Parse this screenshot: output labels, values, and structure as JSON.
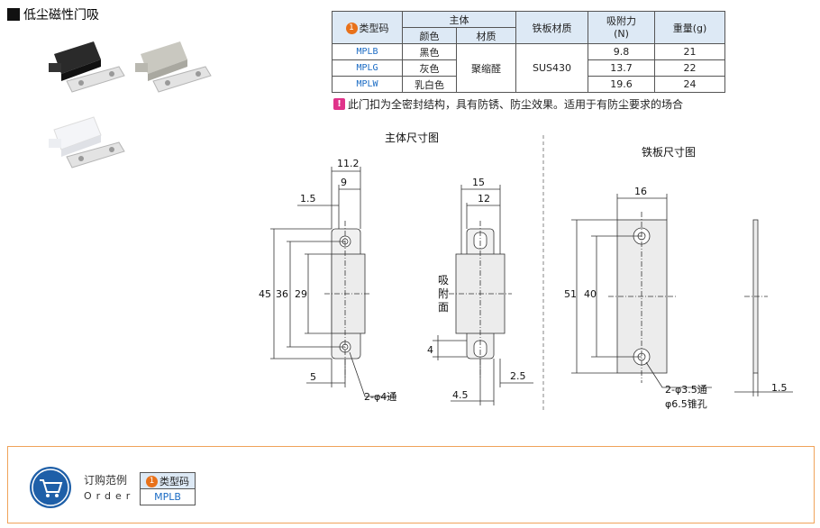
{
  "title": "低尘磁性门吸",
  "table": {
    "type_code": "类型码",
    "badge_num": "1",
    "main_body": "主体",
    "color": "颜色",
    "material": "材质",
    "plate_material": "铁板材质",
    "force_line1": "吸附力",
    "force_line2": "(N)",
    "weight": "重量(g)",
    "body_material": "聚缩醛",
    "plate_value": "SUS430",
    "rows": [
      {
        "code": "MPLB",
        "color": "黑色",
        "force": "9.8",
        "weight": "21"
      },
      {
        "code": "MPLG",
        "color": "灰色",
        "force": "13.7",
        "weight": "22"
      },
      {
        "code": "MPLW",
        "color": "乳白色",
        "force": "19.6",
        "weight": "24"
      }
    ]
  },
  "note": "此门扣为全密封结构，具有防锈、防尘效果。适用于有防尘要求的场合",
  "drawing": {
    "body_title": "主体尺寸图",
    "plate_title": "铁板尺寸图",
    "dims": {
      "d11_2": "11.2",
      "d9": "9",
      "d1_5": "1.5",
      "d45": "45",
      "d36": "36",
      "d29": "29",
      "d5": "5",
      "hole4": "2-φ4通",
      "d15": "15",
      "d12": "12",
      "d4": "4",
      "d2_5": "2.5",
      "d4_5": "4.5",
      "suction_face": "吸附面",
      "d16": "16",
      "d51": "51",
      "d40": "40",
      "hole35_1": "2-φ3.5通",
      "hole35_2": "φ6.5锥孔",
      "d1_5b": "1.5"
    }
  },
  "order": {
    "label_cn": "订购范例",
    "label_en": "Order",
    "type_code": "类型码",
    "badge_num": "1",
    "example": "MPLB"
  }
}
